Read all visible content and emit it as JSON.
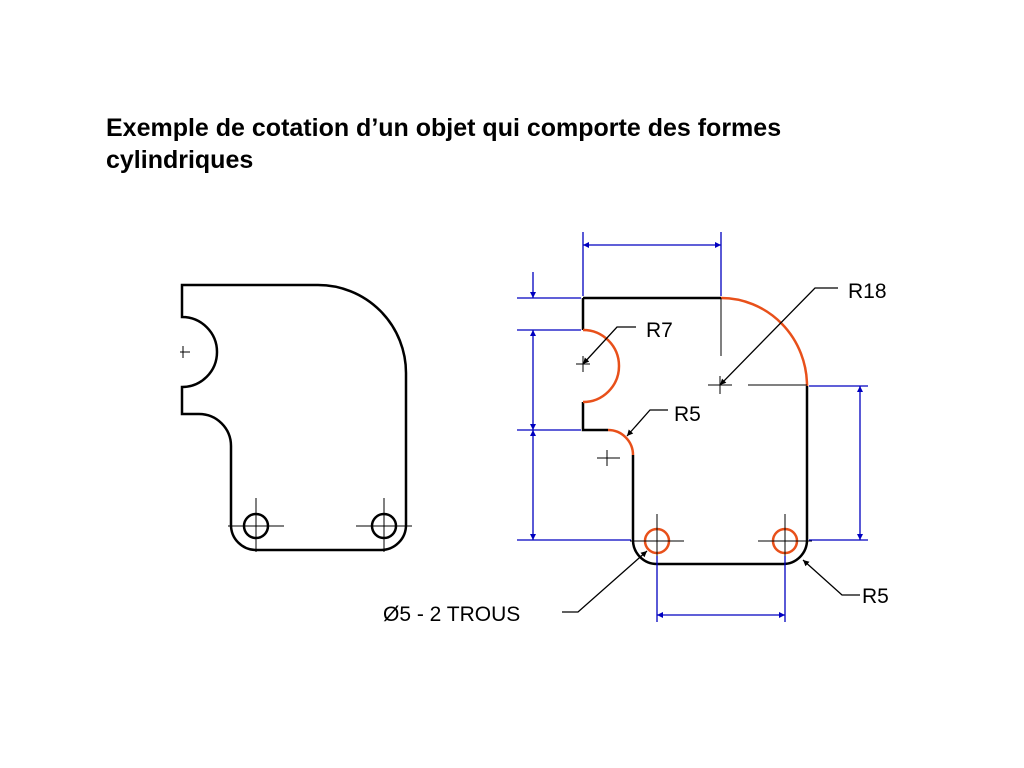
{
  "title": {
    "line1": "Exemple de cotation d’un objet qui comporte des formes",
    "line2": "cylindriques"
  },
  "labels": {
    "r18": "R18",
    "r7": "R7",
    "r5_inner": "R5",
    "r5_corner": "R5",
    "holes": "Ø5 - 2 TROUS"
  },
  "colors": {
    "outline": "#000000",
    "dimension": "#0000c0",
    "highlight": "#e8501a"
  }
}
